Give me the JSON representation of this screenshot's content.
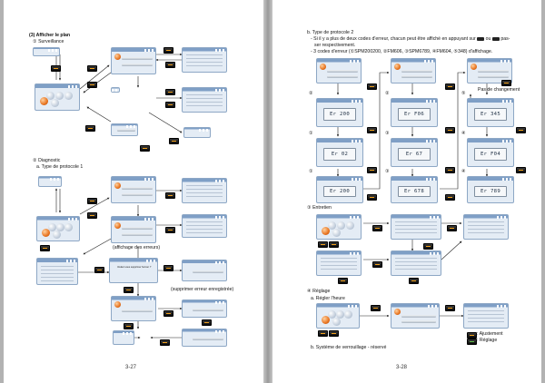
{
  "left_page": {
    "section_title": "(3) Afficher le plan",
    "surveillance": "① Surveillance",
    "diagnostic": "② Diagnostic",
    "type1": "a.  Type de protocole 1",
    "affichage_erreurs": "(affichage des erreurs)",
    "supprimer_erreur": "(supprimer erreur enregistrée)",
    "page_number": "3-27",
    "dialog_text": "Voulez-vous supprimer l'erreur ?"
  },
  "right_page": {
    "type2": "b.  Type de protocole 2",
    "desc_line1_pre": "- Si il y a plus de deux codes d'erreur, chacun peut être affiché en appuyant sur",
    "desc_line1_mid": "ou",
    "desc_line1_post": "pas-",
    "desc_line2": "ser respectivement.",
    "desc_line3": "- 3 codes d'erreur (①SPM200200, ②FM606, ③SPM6789, ④FM604, ⑤348) d'affichage.",
    "pas_changement": "Pas de changement",
    "entretien": "③ Entretien",
    "reglage": "④ Réglage",
    "regler_heure": "a.  Régler l'heure",
    "ajustement": ": Ajustement",
    "reglage_legend": ": Réglage",
    "verrouillage": "b.  Système de verrouillage - réservé",
    "page_number": "3-28",
    "error_codes": {
      "r1a": "Er 200",
      "r1b": "Er F06",
      "r1c": "Er 345",
      "r2a": "Er 02",
      "r2b": "Er 67",
      "r2c": "Er F04",
      "r3a": "Er 200",
      "r3b": "Er 678",
      "r3c": "Er 789"
    },
    "circled": {
      "one": "①",
      "two": "②",
      "three": "③",
      "four": "④",
      "five": "⑤"
    }
  },
  "colors": {
    "page": "#ffffff",
    "background": "#b2b2b2",
    "screen_header": "#7f9fc6",
    "accent_orange": "#e87420"
  },
  "icons": {
    "keycap": "hardware-key-icon",
    "arrow": "flow-arrow-icon"
  }
}
